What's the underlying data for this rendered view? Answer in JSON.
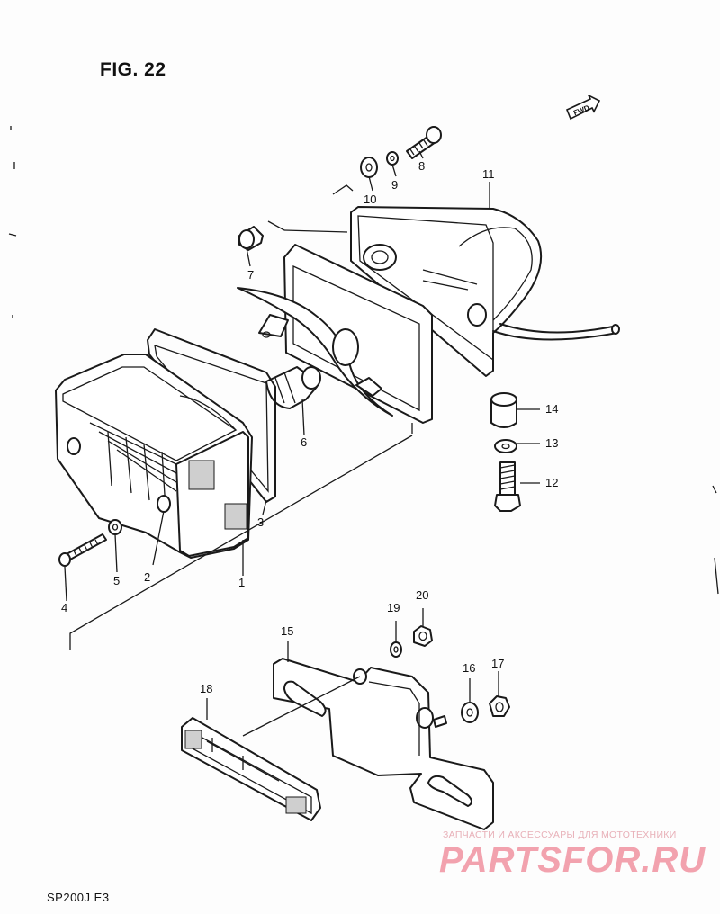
{
  "figure": {
    "title": "FIG. 22",
    "model_code": "SP200J  E3",
    "fwd_label": "FWD"
  },
  "watermark": {
    "tagline": "ЗАПЧАСТИ И АКСЕССУАРЫ ДЛЯ МОТОТЕХНИКИ",
    "brand": "PARTSFOR.RU"
  },
  "callouts": [
    "1",
    "2",
    "3",
    "4",
    "5",
    "6",
    "7",
    "8",
    "9",
    "10",
    "11",
    "12",
    "13",
    "14",
    "15",
    "16",
    "17",
    "18",
    "19",
    "20"
  ],
  "colors": {
    "line": "#1a1a1a",
    "watermark": "#f2a2ae"
  }
}
